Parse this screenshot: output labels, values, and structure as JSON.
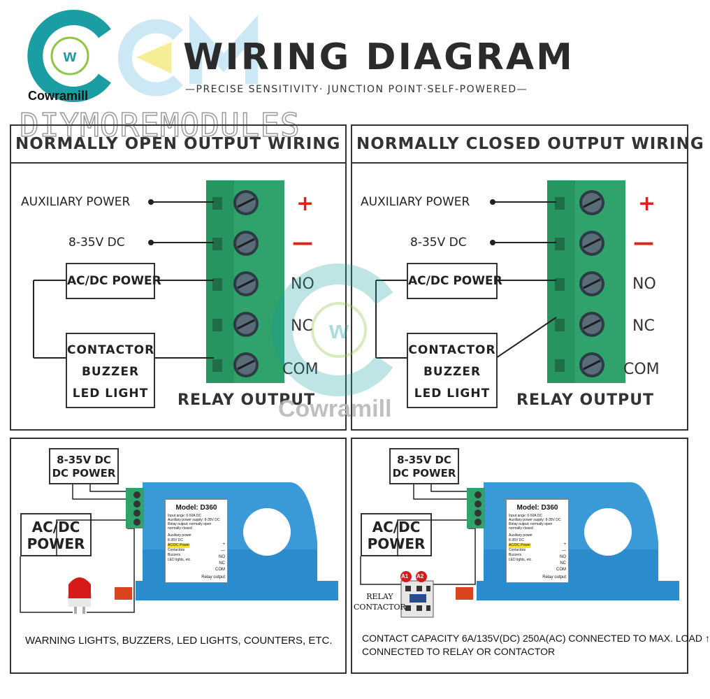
{
  "header": {
    "brand": "Cowramill",
    "title": "WIRING DIAGRAM",
    "subtitle": "—PRECISE SENSITIVITY· JUNCTION POINT·SELF-POWERED—",
    "watermark": "DIYMOREMODULES"
  },
  "watermark_center": "Cowramill",
  "colors": {
    "terminal_green": "#2fa36b",
    "device_blue": "#2a8ccc",
    "red": "#e0201b",
    "logo_teal": "#1a9ea3"
  },
  "no_panel": {
    "heading": "NORMALLY OPEN OUTPUT WIRING",
    "aux_power": "AUXILIARY POWER",
    "voltage": "8-35V DC",
    "acdc": "AC/DC POWER",
    "load_lines": [
      "CONTACTOR",
      "BUZZER",
      "LED LIGHT"
    ],
    "terminals": [
      "+",
      "—",
      "NO",
      "NC",
      "COM"
    ],
    "relay_output": "RELAY OUTPUT"
  },
  "nc_panel": {
    "heading": "NORMALLY CLOSED OUTPUT WIRING",
    "aux_power": "AUXILIARY POWER",
    "voltage": "8-35V DC",
    "acdc": "AC/DC POWER",
    "load_lines": [
      "CONTACTOR",
      "BUZZER",
      "LED LIGHT"
    ],
    "terminals": [
      "+",
      "—",
      "NO",
      "NC",
      "COM"
    ],
    "relay_output": "RELAY OUTPUT"
  },
  "bottom_left": {
    "dc_power": [
      "8-35V DC",
      "DC POWER"
    ],
    "acdc": [
      "AC/DC",
      "POWER"
    ],
    "caption": "WARNING LIGHTS, BUZZERS, LED LIGHTS, COUNTERS, ETC."
  },
  "bottom_right": {
    "dc_power": [
      "8-35V DC",
      "DC POWER"
    ],
    "acdc": [
      "AC/DC",
      "POWER"
    ],
    "relay": [
      "RELAY",
      "CONTACTOR"
    ],
    "a1": "A1",
    "a2": "A2",
    "caption": [
      "CONTACT CAPACITY 6A/135V(DC) 250A(AC) CONNECTED TO MAX. LOAD ↑",
      "CONNECTED TO RELAY OR CONTACTOR"
    ]
  },
  "device": {
    "model": "Model: D360",
    "specs": [
      "Input ange: 0-50A DC",
      "Auxiliary power supply: 8-35V DC",
      "Relay output: normally open",
      "normally closed"
    ],
    "terms": [
      "Auxiliary power",
      "8-35V DC",
      "AC/DC Power",
      "Contactors",
      "Buzzers",
      "LED lights, etc."
    ],
    "term_marks": [
      "+",
      "—",
      "NO",
      "NC",
      "COM"
    ],
    "relay_output": "Relay output"
  }
}
